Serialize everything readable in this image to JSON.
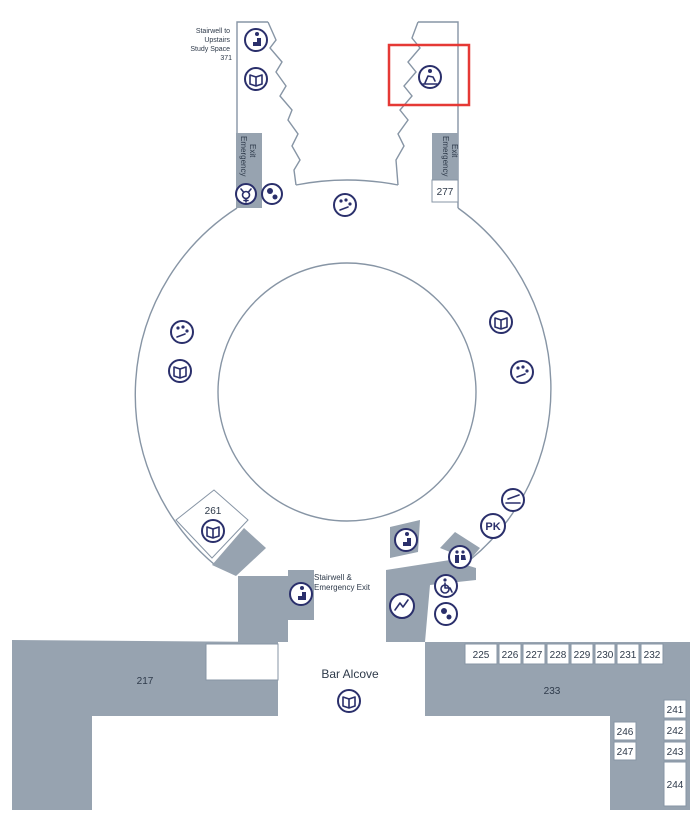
{
  "labels": {
    "stair_upstairs": [
      "Stairwell to",
      "Upstairs",
      "Study Space",
      "371"
    ],
    "emergency_exit_left": [
      "Emergency",
      "Exit"
    ],
    "emergency_exit_right": [
      "Emergency",
      "Exit"
    ],
    "stair_emergency": [
      "Stairwell &",
      "Emergency Exit"
    ],
    "bar_alcove": "Bar Alcove",
    "parking_icon_text": "PK"
  },
  "rooms": {
    "r277": "277",
    "r261": "261",
    "r217": "217",
    "r233": "233",
    "row": [
      "225",
      "226",
      "227",
      "228",
      "229",
      "230",
      "231",
      "232"
    ],
    "r246": "246",
    "r247": "247",
    "r241": "241",
    "r242": "242",
    "r243": "243",
    "r244": "244"
  },
  "highlight": {
    "color": "#e53935",
    "target": "accessible-study-icon"
  },
  "colors": {
    "wall": "#8795a5",
    "fill": "#97a3b0",
    "icon": "#2a2f6b"
  }
}
